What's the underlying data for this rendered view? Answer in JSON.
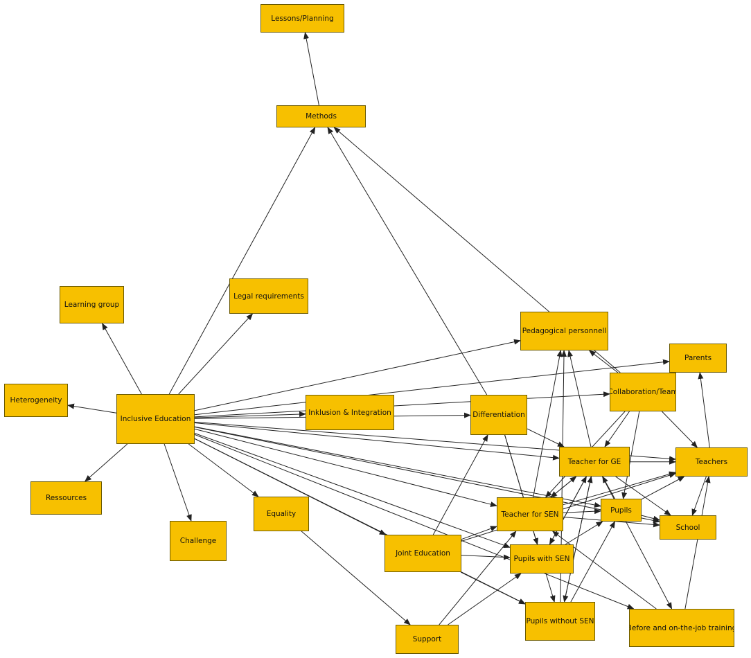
{
  "nodes": [
    {
      "id": "lessons",
      "label": "Lessons/Planning"
    },
    {
      "id": "methods",
      "label": "Methods"
    },
    {
      "id": "learning_group",
      "label": "Learning group"
    },
    {
      "id": "legal",
      "label": "Legal requirements"
    },
    {
      "id": "heterogeneity",
      "label": "Heterogeneity"
    },
    {
      "id": "inclusive",
      "label": "Inclusive Education"
    },
    {
      "id": "inklusion",
      "label": "Inklusion & Integration"
    },
    {
      "id": "differentiation",
      "label": "Differentiation"
    },
    {
      "id": "ped",
      "label": "Pedagogical personnell"
    },
    {
      "id": "parents",
      "label": "Parents"
    },
    {
      "id": "collab",
      "label": "Collaboration/Team"
    },
    {
      "id": "teacher_ge",
      "label": "Teacher for GE"
    },
    {
      "id": "teachers",
      "label": "Teachers"
    },
    {
      "id": "ressources",
      "label": "Ressources"
    },
    {
      "id": "challenge",
      "label": "Challenge"
    },
    {
      "id": "equality",
      "label": "Equality"
    },
    {
      "id": "teacher_sen",
      "label": "Teacher for SEN"
    },
    {
      "id": "pupils",
      "label": "Pupils"
    },
    {
      "id": "school",
      "label": "School"
    },
    {
      "id": "joint",
      "label": "Joint Education"
    },
    {
      "id": "pupils_sen",
      "label": "Pupils with SEN"
    },
    {
      "id": "pupils_wo_sen",
      "label": "Pupils without SEN"
    },
    {
      "id": "training",
      "label": "Before and on-the-job training"
    },
    {
      "id": "support",
      "label": "Support"
    }
  ],
  "edges": [
    [
      "methods",
      "lessons"
    ],
    [
      "inclusive",
      "methods"
    ],
    [
      "inclusive",
      "learning_group"
    ],
    [
      "inclusive",
      "legal"
    ],
    [
      "inclusive",
      "heterogeneity"
    ],
    [
      "inclusive",
      "ressources"
    ],
    [
      "inclusive",
      "challenge"
    ],
    [
      "inclusive",
      "equality"
    ],
    [
      "inclusive",
      "inklusion"
    ],
    [
      "inclusive",
      "differentiation"
    ],
    [
      "inclusive",
      "ped"
    ],
    [
      "inclusive",
      "parents"
    ],
    [
      "inclusive",
      "collab"
    ],
    [
      "inclusive",
      "teacher_ge"
    ],
    [
      "inclusive",
      "teachers"
    ],
    [
      "inclusive",
      "teacher_sen"
    ],
    [
      "inclusive",
      "pupils"
    ],
    [
      "inclusive",
      "school"
    ],
    [
      "inclusive",
      "joint"
    ],
    [
      "inclusive",
      "pupils_sen"
    ],
    [
      "inclusive",
      "pupils_wo_sen"
    ],
    [
      "inclusive",
      "training"
    ],
    [
      "differentiation",
      "methods"
    ],
    [
      "differentiation",
      "teacher_ge"
    ],
    [
      "differentiation",
      "pupils_sen"
    ],
    [
      "differentiation",
      "pupils_wo_sen"
    ],
    [
      "collab",
      "methods"
    ],
    [
      "collab",
      "ped"
    ],
    [
      "collab",
      "teacher_ge"
    ],
    [
      "collab",
      "teachers"
    ],
    [
      "collab",
      "teacher_sen"
    ],
    [
      "collab",
      "pupils"
    ],
    [
      "teacher_ge",
      "teachers"
    ],
    [
      "teacher_ge",
      "school"
    ],
    [
      "teacher_ge",
      "training"
    ],
    [
      "teacher_ge",
      "ped"
    ],
    [
      "teacher_ge",
      "teacher_sen"
    ],
    [
      "teacher_ge",
      "pupils_wo_sen"
    ],
    [
      "teacher_ge",
      "pupils_sen"
    ],
    [
      "teachers",
      "parents"
    ],
    [
      "teachers",
      "school"
    ],
    [
      "teacher_sen",
      "ped"
    ],
    [
      "teacher_sen",
      "teacher_ge"
    ],
    [
      "teacher_sen",
      "teachers"
    ],
    [
      "teacher_sen",
      "pupils"
    ],
    [
      "teacher_sen",
      "school"
    ],
    [
      "pupils",
      "teachers"
    ],
    [
      "pupils",
      "school"
    ],
    [
      "pupils",
      "teacher_ge"
    ],
    [
      "joint",
      "differentiation"
    ],
    [
      "joint",
      "teacher_sen"
    ],
    [
      "joint",
      "pupils_sen"
    ],
    [
      "joint",
      "teachers"
    ],
    [
      "joint",
      "pupils_wo_sen"
    ],
    [
      "equality",
      "support"
    ],
    [
      "support",
      "teacher_sen"
    ],
    [
      "support",
      "pupils_sen"
    ],
    [
      "pupils_sen",
      "teacher_ge"
    ],
    [
      "pupils_sen",
      "pupils"
    ],
    [
      "pupils_wo_sen",
      "teacher_ge"
    ],
    [
      "pupils_wo_sen",
      "pupils"
    ],
    [
      "pupils_wo_sen",
      "ped"
    ],
    [
      "training",
      "teachers"
    ],
    [
      "training",
      "teacher_sen"
    ]
  ]
}
